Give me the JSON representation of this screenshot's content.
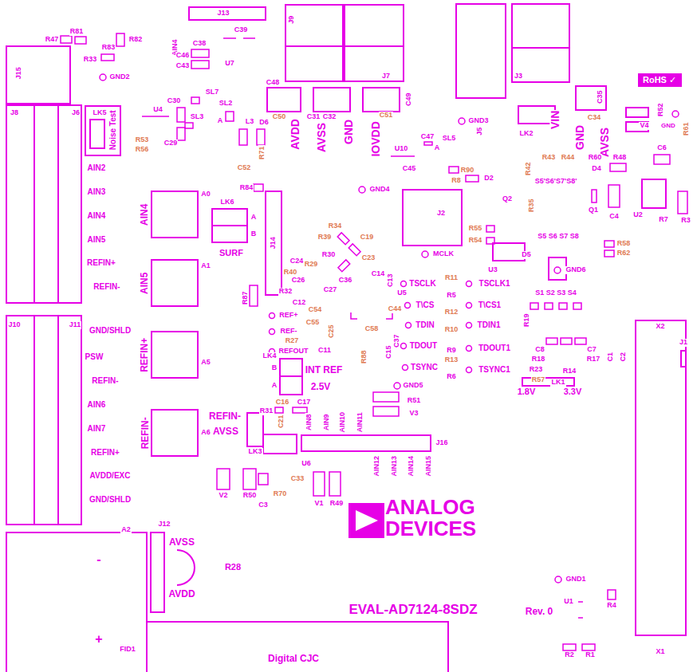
{
  "diagram": {
    "nodes": [
      {
        "text": [
          "RoHS ✓"
        ]
      }
    ],
    "labels": [
      "J13",
      "R47",
      "R81",
      "R82",
      "R83",
      "R33",
      "GND2",
      "J15",
      "AIN4",
      "C38",
      "C46",
      "C43",
      "C39",
      "U7",
      "J9",
      "J7",
      "J5",
      "J3",
      "C48",
      "C50",
      "C31",
      "C32",
      "C51",
      "C49",
      "SL7",
      "U4",
      "C30",
      "SL2",
      "A",
      "SL3",
      "C29",
      "L3",
      "D6",
      "C52",
      "R71",
      "AVDD",
      "AVSS",
      "GND",
      "IOVDD",
      "GND3",
      "LK2",
      "VIN",
      "GND",
      "AVSS",
      "C35",
      "C34",
      "R52",
      "GND",
      "V4",
      "R61",
      "LK5",
      "Noise Test",
      "R53",
      "R56",
      "J8",
      "J6",
      "C47",
      "SL5",
      "A",
      "U10",
      "C45",
      "R90",
      "R8",
      "D2",
      "GND4",
      "R43",
      "R44",
      "R42",
      "R60",
      "R48",
      "C6",
      "D4",
      "S5'S6'S7'S8'",
      "R35",
      "Q2",
      "S5 S6 S7 S8",
      "Q1",
      "C4",
      "U2",
      "R7",
      "R3",
      "J2",
      "MCLK",
      "R55",
      "R54",
      "D5",
      "U3",
      "GND6",
      "R58",
      "R62",
      "AIN2",
      "AIN3",
      "AIN4",
      "AIN5",
      "REFIN+",
      "REFIN-",
      "J10",
      "J11",
      "GND/SHLD",
      "PSW",
      "REFIN-",
      "AIN6",
      "AIN7",
      "REFIN+",
      "AVDD/EXC",
      "GND/SHLD",
      "AIN4",
      "A0",
      "AIN5",
      "A1",
      "REFIN+",
      "A5",
      "REFIN-",
      "A6",
      "R84",
      "LK6",
      "A",
      "B",
      "SURF",
      "J14",
      "R87",
      "R34",
      "R39",
      "C19",
      "R30",
      "C23",
      "R29",
      "C24",
      "R40",
      "C26",
      "C27",
      "C36",
      "R32",
      "C12",
      "C54",
      "REF+",
      "REF-",
      "C55",
      "R27",
      "REFOUT",
      "C11",
      "C25",
      "C14",
      "C13",
      "U5",
      "TSCLK",
      "R11",
      "TSCLK1",
      "R5",
      "T\\CS",
      "T\\CS1",
      "R12",
      "TDIN",
      "TDIN1",
      "R10",
      "C44",
      "C58",
      "C37",
      "C15",
      "TDOUT",
      "TDOUT1",
      "R9",
      "R13",
      "TSYNC",
      "TSYNC1",
      "R6",
      "GND5",
      "R88",
      "R51",
      "V3",
      "S1 S2 S3 S4",
      "R19",
      "C8",
      "C7",
      "R18",
      "R23",
      "R57",
      "R14",
      "R17",
      "C1",
      "C2",
      "1.8V",
      "LK1",
      "3.3V",
      "X2",
      "J1",
      "LK4",
      "B",
      "A",
      "INT REF",
      "2.5V",
      "R31",
      "C16",
      "C17",
      "C21",
      "REFIN-",
      "AVSS",
      "LK3",
      "U6",
      "AIN8",
      "AIN9",
      "AIN10",
      "AIN11",
      "J16",
      "AIN12",
      "AIN13",
      "AIN14",
      "AIN15",
      "C33",
      "R70",
      "V2",
      "R50",
      "C3",
      "V1",
      "R49",
      "ANALOG DEVICES",
      "A2",
      "J12",
      "AVSS",
      "R28",
      "AVDD",
      "-",
      "+",
      "FID1",
      "Digital CJC",
      "GND1",
      "EVAL-AD7124-8SDZ",
      "Rev. 0",
      "U1",
      "R4",
      "R2",
      "R1",
      "X1"
    ]
  }
}
